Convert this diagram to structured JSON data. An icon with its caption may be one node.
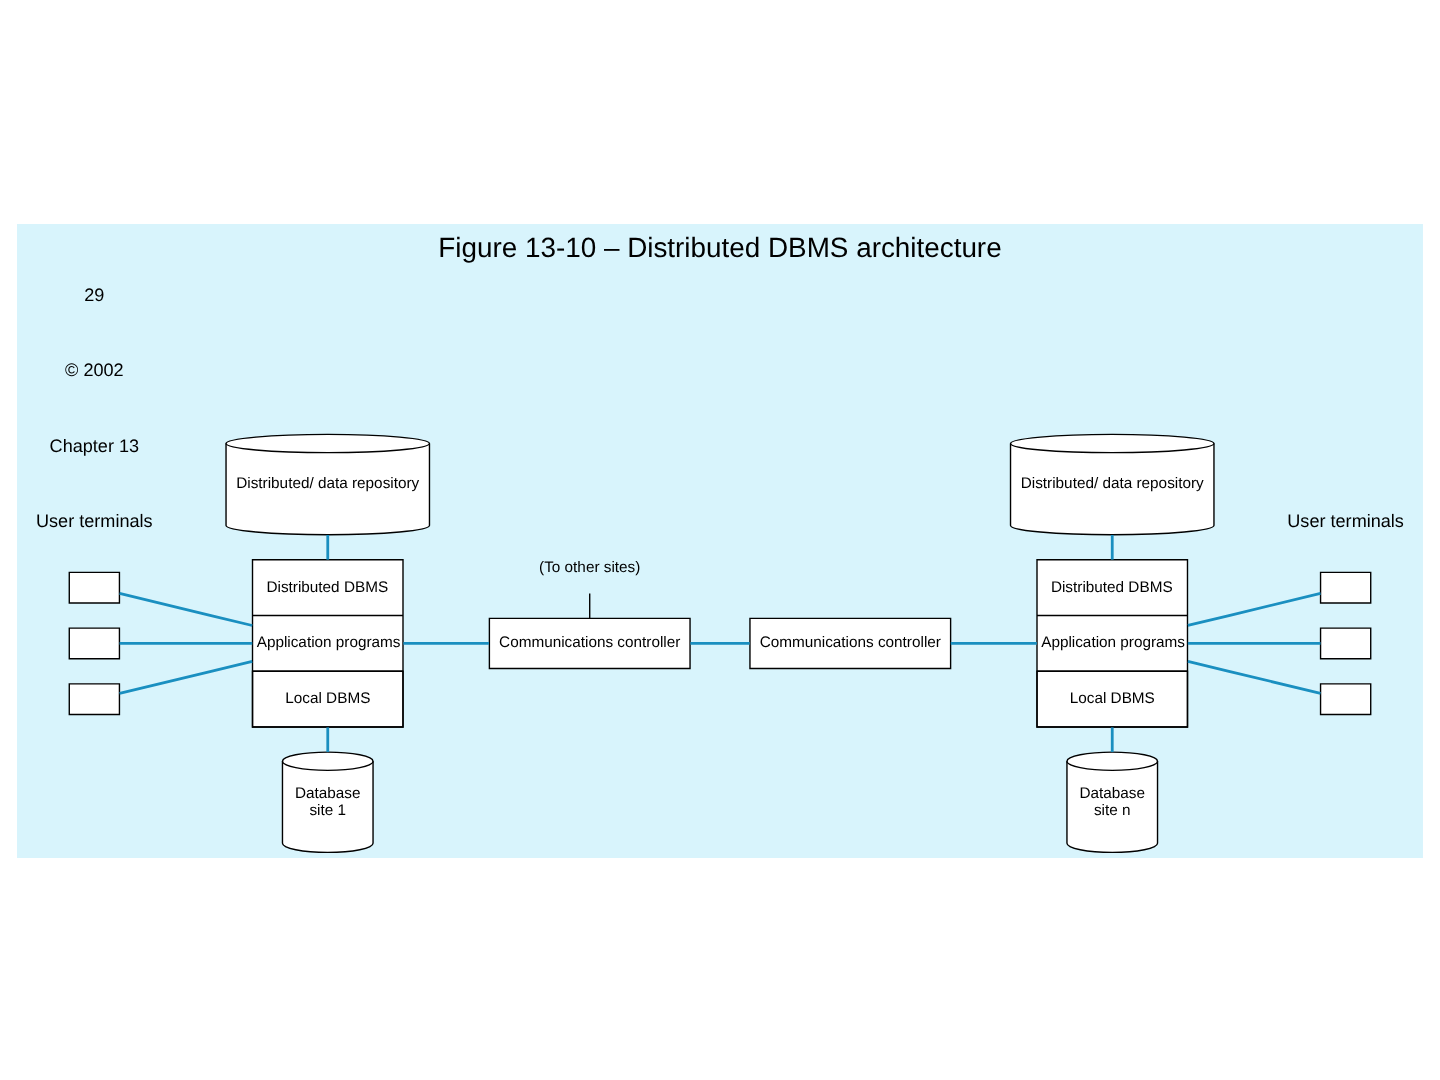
{
  "diagram": {
    "title": "Figure 13-10 – Distributed DBMS architecture",
    "nodes": [
      {
        "text": [
          "Distributed/ data repository"
        ]
      },
      {
        "text": [],
        "shape": "box"
      },
      {
        "text": [],
        "shape": "box"
      },
      {
        "text": [],
        "shape": "box"
      },
      {
        "text": [
          "Distributed DBMS",
          "Application programs",
          "Local DBMS"
        ]
      },
      {
        "text": [
          "Communications controller"
        ]
      },
      {
        "text": [
          "Communications controller"
        ]
      },
      {
        "text": [
          "(To other sites)"
        ]
      },
      {
        "text": [
          "Database",
          "site 1"
        ]
      },
      {
        "text": [
          "Distributed/ data repository"
        ]
      },
      {
        "text": [
          "Distributed DBMS",
          "Application programs",
          "Local DBMS"
        ]
      },
      {
        "text": [],
        "shape": "box"
      },
      {
        "text": [],
        "shape": "box"
      },
      {
        "text": [],
        "shape": "box"
      },
      {
        "text": [
          "Database",
          "site n"
        ]
      }
    ],
    "edges": [
      {
        "from": 0,
        "to": 4,
        "arrow": "none"
      },
      {
        "from": 1,
        "to": 4,
        "arrow": "none"
      },
      {
        "from": 2,
        "to": 4,
        "arrow": "none"
      },
      {
        "from": 3,
        "to": 4,
        "arrow": "none"
      },
      {
        "from": 4,
        "to": 8,
        "arrow": "none"
      },
      {
        "from": 4,
        "to": 5,
        "arrow": "none"
      },
      {
        "from": 7,
        "to": 5,
        "arrow": "none",
        "color": "#000000"
      },
      {
        "from": 5,
        "to": 6,
        "arrow": "none"
      },
      {
        "from": 6,
        "to": 10,
        "arrow": "none"
      },
      {
        "from": 9,
        "to": 10,
        "arrow": "none"
      },
      {
        "from": 10,
        "to": 11,
        "arrow": "none"
      },
      {
        "from": 10,
        "to": 12,
        "arrow": "none"
      },
      {
        "from": 10,
        "to": 13,
        "arrow": "none"
      },
      {
        "from": 10,
        "to": 14,
        "arrow": "none"
      }
    ],
    "labels": [
      "User terminals",
      "User terminals",
      "Chapter 13",
      "© 2002",
      "29"
    ]
  }
}
